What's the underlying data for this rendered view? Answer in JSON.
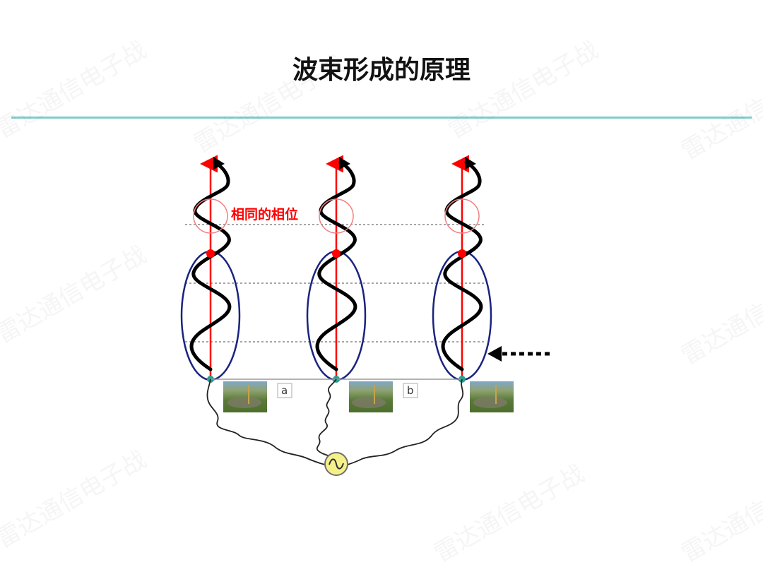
{
  "title": "波束形成的原理",
  "phase_label": "相同的相位",
  "element_labels": [
    "a",
    "b"
  ],
  "watermark": "雷达通信电子战",
  "colors": {
    "rule": "#7fcccc",
    "beam_axis": "#ff0000",
    "phase_circle": "#f08080",
    "ellipse": "#1a237e",
    "wave": "#000000",
    "feed_node": "#2a9d8f",
    "source": "#f5f08a"
  },
  "icons": [
    "ac-source-icon",
    "incoming-arrow-icon",
    "photo-thumbnail"
  ]
}
